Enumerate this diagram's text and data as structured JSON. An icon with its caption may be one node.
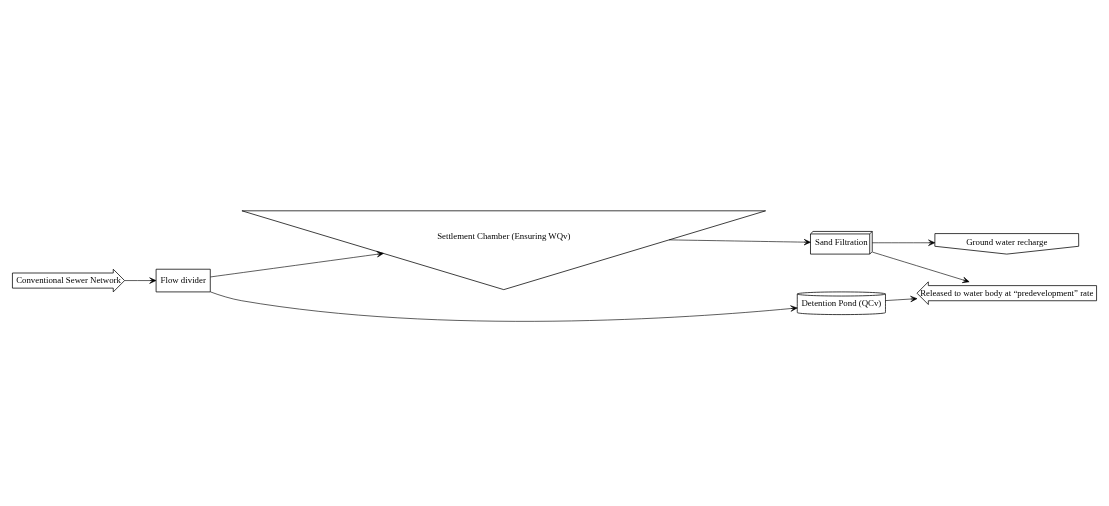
{
  "diagram": {
    "nodes": [
      {
        "text": [
          "Conventional Sewer Network"
        ]
      },
      {
        "text": [
          "Flow divider"
        ]
      },
      {
        "text": [
          "Settlement Chamber (Ensuring WQv)"
        ]
      },
      {
        "text": [
          "Detention Pond (QCv)"
        ]
      },
      {
        "text": [
          "Sand Filtration"
        ]
      },
      {
        "text": [
          "Released to water body at “predevelopment” rate"
        ]
      },
      {
        "text": [
          "Ground water recharge"
        ]
      }
    ],
    "edges": [
      {
        "from": 0,
        "to": 1,
        "arrow": "to"
      },
      {
        "from": 1,
        "to": 2,
        "arrow": "to"
      },
      {
        "from": 1,
        "to": 3,
        "arrow": "to"
      },
      {
        "from": 2,
        "to": 4,
        "arrow": "to"
      },
      {
        "from": 3,
        "to": 5,
        "arrow": "to"
      },
      {
        "from": 4,
        "to": 5,
        "arrow": "to"
      },
      {
        "from": 4,
        "to": 6,
        "arrow": "to"
      }
    ]
  }
}
